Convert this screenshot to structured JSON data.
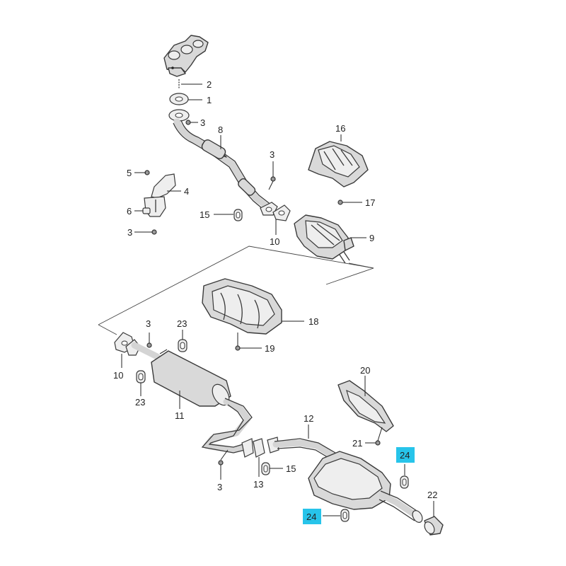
{
  "callouts": [
    {
      "id": "c1",
      "text": "1"
    },
    {
      "id": "c2",
      "text": "2"
    },
    {
      "id": "c3a",
      "text": "3"
    },
    {
      "id": "c3b",
      "text": "3"
    },
    {
      "id": "c3c",
      "text": "3"
    },
    {
      "id": "c3d",
      "text": "3"
    },
    {
      "id": "c3e",
      "text": "3"
    },
    {
      "id": "c4",
      "text": "4"
    },
    {
      "id": "c5",
      "text": "5"
    },
    {
      "id": "c6",
      "text": "6"
    },
    {
      "id": "c8",
      "text": "8"
    },
    {
      "id": "c9",
      "text": "9"
    },
    {
      "id": "c10a",
      "text": "10"
    },
    {
      "id": "c10b",
      "text": "10"
    },
    {
      "id": "c11",
      "text": "11"
    },
    {
      "id": "c12",
      "text": "12"
    },
    {
      "id": "c13",
      "text": "13"
    },
    {
      "id": "c15a",
      "text": "15"
    },
    {
      "id": "c15b",
      "text": "15"
    },
    {
      "id": "c16",
      "text": "16"
    },
    {
      "id": "c17",
      "text": "17"
    },
    {
      "id": "c18",
      "text": "18"
    },
    {
      "id": "c19",
      "text": "19"
    },
    {
      "id": "c20",
      "text": "20"
    },
    {
      "id": "c21",
      "text": "21"
    },
    {
      "id": "c22",
      "text": "22"
    },
    {
      "id": "c23a",
      "text": "23"
    },
    {
      "id": "c23b",
      "text": "23"
    },
    {
      "id": "c24a",
      "text": "24"
    },
    {
      "id": "c24b",
      "text": "24"
    }
  ],
  "highlight_color": "#27c4ea",
  "highlighted_callouts": [
    "c24a",
    "c24b"
  ]
}
